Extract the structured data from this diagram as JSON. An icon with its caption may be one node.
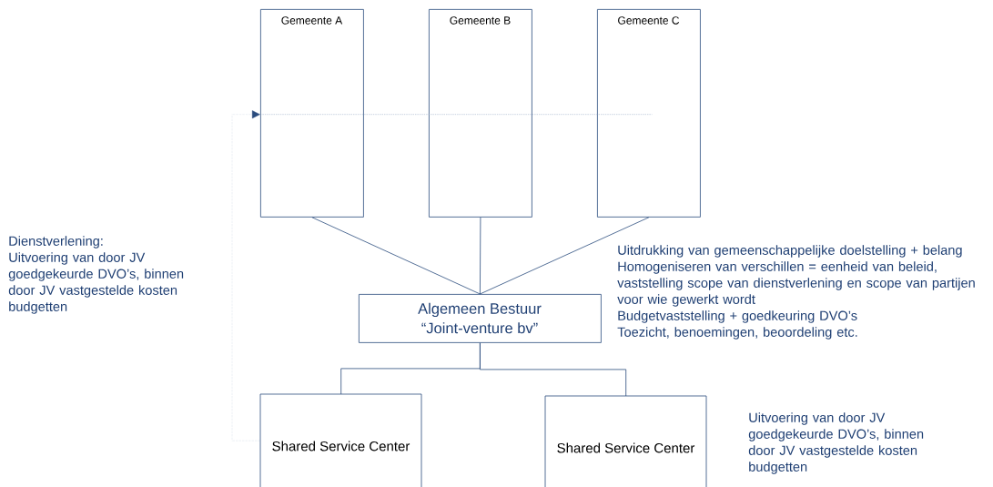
{
  "diagram": {
    "nodes": [
      {
        "text": [
          "Gemeente A"
        ]
      },
      {
        "text": [
          "Gemeente B"
        ]
      },
      {
        "text": [
          "Gemeente C"
        ]
      },
      {
        "text": [
          "Algemeen Bestuur",
          "“Joint-venture bv”"
        ]
      },
      {
        "text": [
          "Shared Service Center"
        ]
      },
      {
        "text": [
          "Shared Service Center"
        ]
      },
      {
        "text": [],
        "shape": "bar"
      }
    ],
    "edges": [
      {
        "from": 0,
        "to": 3,
        "arrow": "none"
      },
      {
        "from": 1,
        "to": 3,
        "arrow": "none"
      },
      {
        "from": 2,
        "to": 3,
        "arrow": "none"
      },
      {
        "from": 3,
        "to": 4,
        "arrow": "none"
      },
      {
        "from": 3,
        "to": 5,
        "arrow": "none"
      },
      {
        "from": 4,
        "to": 6,
        "arrow": "to",
        "style": "dashed",
        "color": "#8ea2c0"
      }
    ],
    "labels": [
      "Dienstverlening:",
      "Uitvoering van door JV goedgekeurde DVO’s, binnen door JV vastgestelde kosten budgetten",
      "Uitdrukking van gemeenschappelijke doelstelling + belang",
      "Homogeniseren van verschillen = eenheid van beleid, vaststelling scope van dienstverlening en scope van partijen voor wie gewerkt wordt",
      "Budgetvaststelling + goedkeuring DVO’s",
      "Toezicht, benoemingen, beoordeling etc.",
      "Uitvoering van door JV goedgekeurde DVO’s, binnen door JV vastgestelde kosten budgetten"
    ]
  }
}
